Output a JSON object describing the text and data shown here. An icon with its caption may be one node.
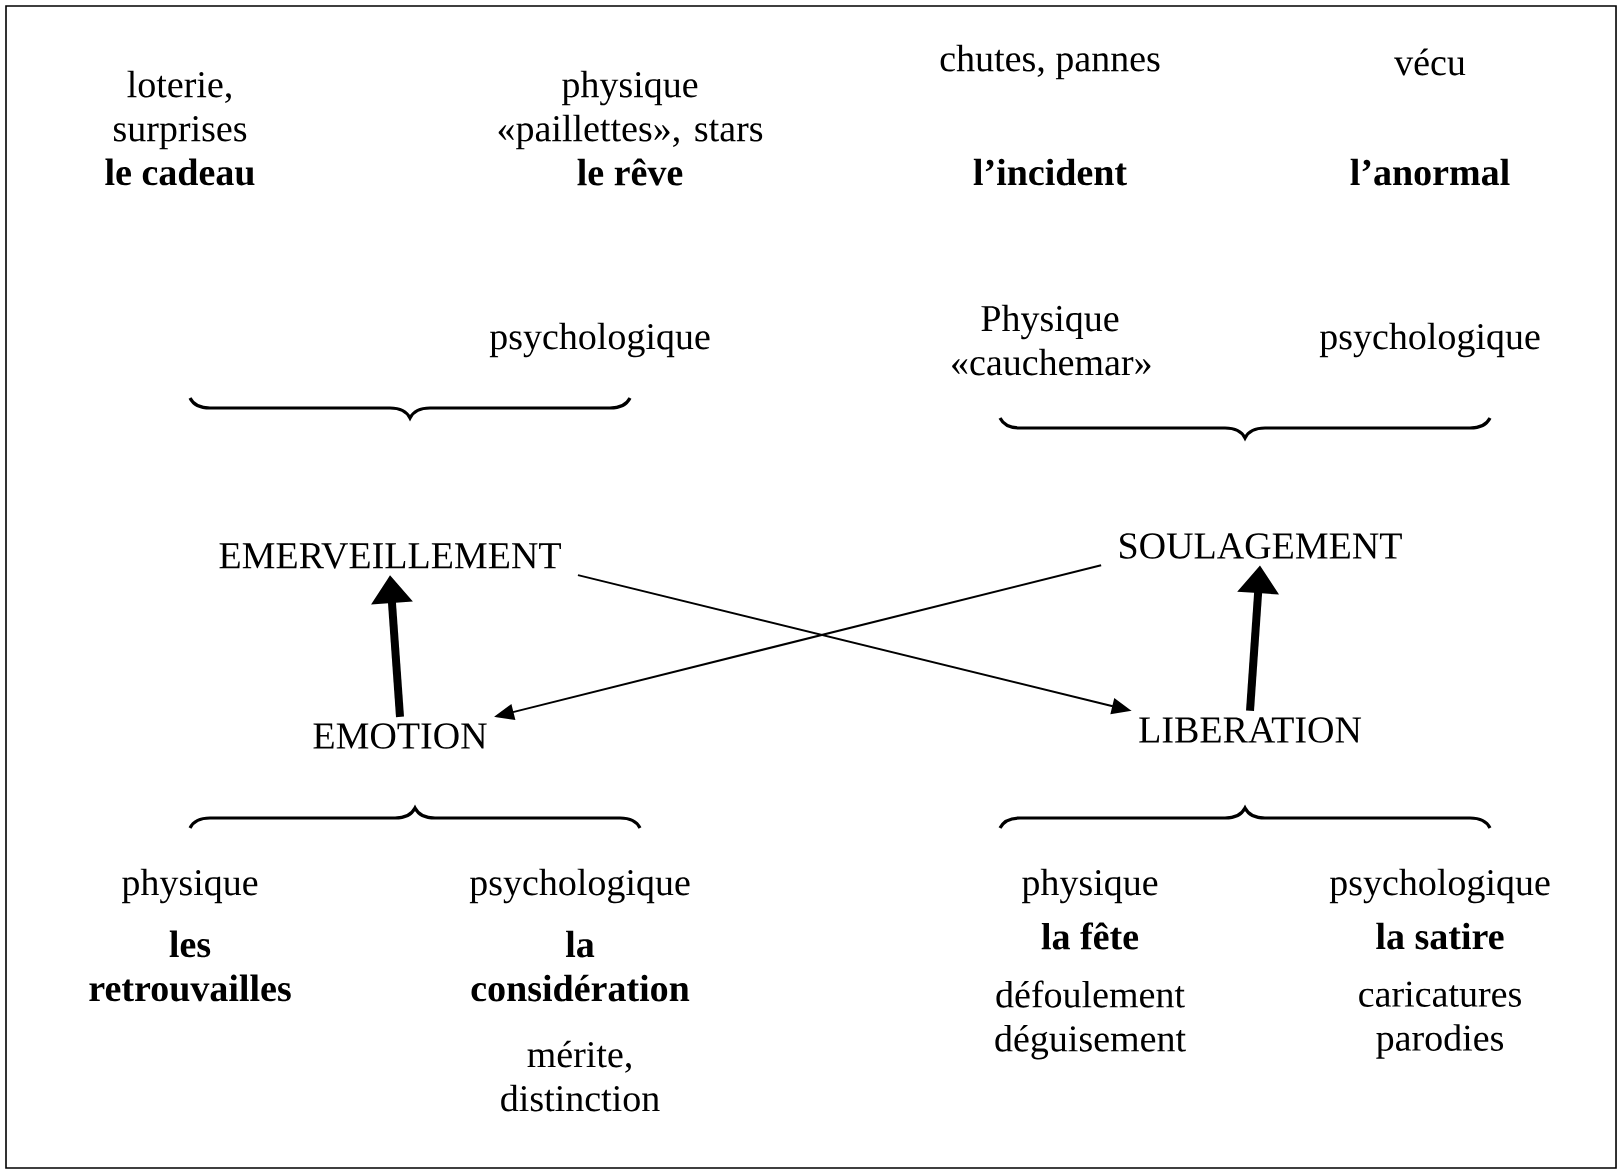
{
  "diagram": {
    "nodes": [
      {
        "text": [
          "EMERVEILLEMENT"
        ]
      },
      {
        "text": [
          "SOULAGEMENT"
        ]
      },
      {
        "text": [
          "EMOTION"
        ]
      },
      {
        "text": [
          "LIBERATION"
        ]
      }
    ],
    "edges": [
      {
        "from": 2,
        "to": 0,
        "arrow": "to",
        "style": "thick"
      },
      {
        "from": 3,
        "to": 1,
        "arrow": "to",
        "style": "thick"
      },
      {
        "from": 0,
        "to": 3,
        "arrow": "to"
      },
      {
        "from": 1,
        "to": 2,
        "arrow": "to"
      }
    ],
    "labels": [
      "loterie, surprises",
      "le cadeau",
      "physique «paillettes», stars",
      "le rêve",
      "chutes, pannes",
      "l’incident",
      "vécu",
      "l’anormal",
      "psychologique",
      "Physique «cauchemar»",
      "psychologique",
      "physique",
      "les retrouvailles",
      "psychologique",
      "la considération",
      "mérite, distinction",
      "physique",
      "la fête",
      "défoulement déguisement",
      "psychologique",
      "la satire",
      "caricatures parodies"
    ]
  }
}
